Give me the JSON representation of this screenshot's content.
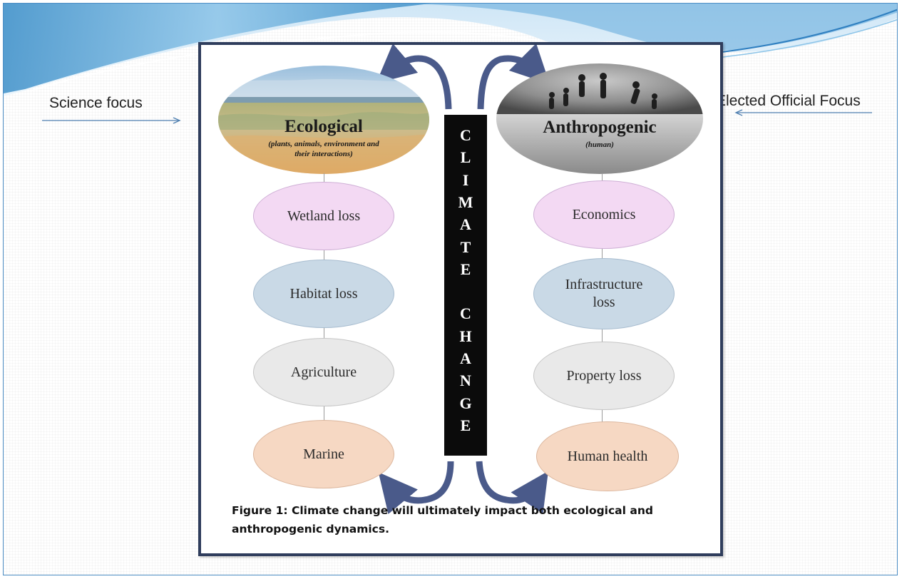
{
  "side_labels": {
    "left": "Science focus",
    "right": "Elected Official Focus"
  },
  "figure": {
    "vertical_bar_letters": [
      "C",
      "L",
      "I",
      "M",
      "A",
      "T",
      "E",
      "",
      "C",
      "H",
      "A",
      "N",
      "G",
      "E"
    ],
    "ecological": {
      "title": "Ecological",
      "subtitle_line1": "(plants, animals, environment and",
      "subtitle_line2": "their interactions)",
      "items": [
        "Wetland loss",
        "Habitat loss",
        "Agriculture",
        "Marine"
      ]
    },
    "anthropogenic": {
      "title": "Anthropogenic",
      "subtitle": "(human)",
      "items": [
        "Economics",
        "Infrastructure loss",
        "Property loss",
        "Human health"
      ]
    },
    "caption": "Figure 1: Climate change will ultimately impact both ecological and anthropogenic dynamics."
  },
  "colors": {
    "slide_border": "#4f8fc6",
    "figure_border": "#2f3d5c",
    "arrow": "#4a5a8a",
    "row1": "#f3d9f3",
    "row2": "#c9d9e6",
    "row3": "#e9e9e9",
    "row4": "#f6d8c3"
  }
}
